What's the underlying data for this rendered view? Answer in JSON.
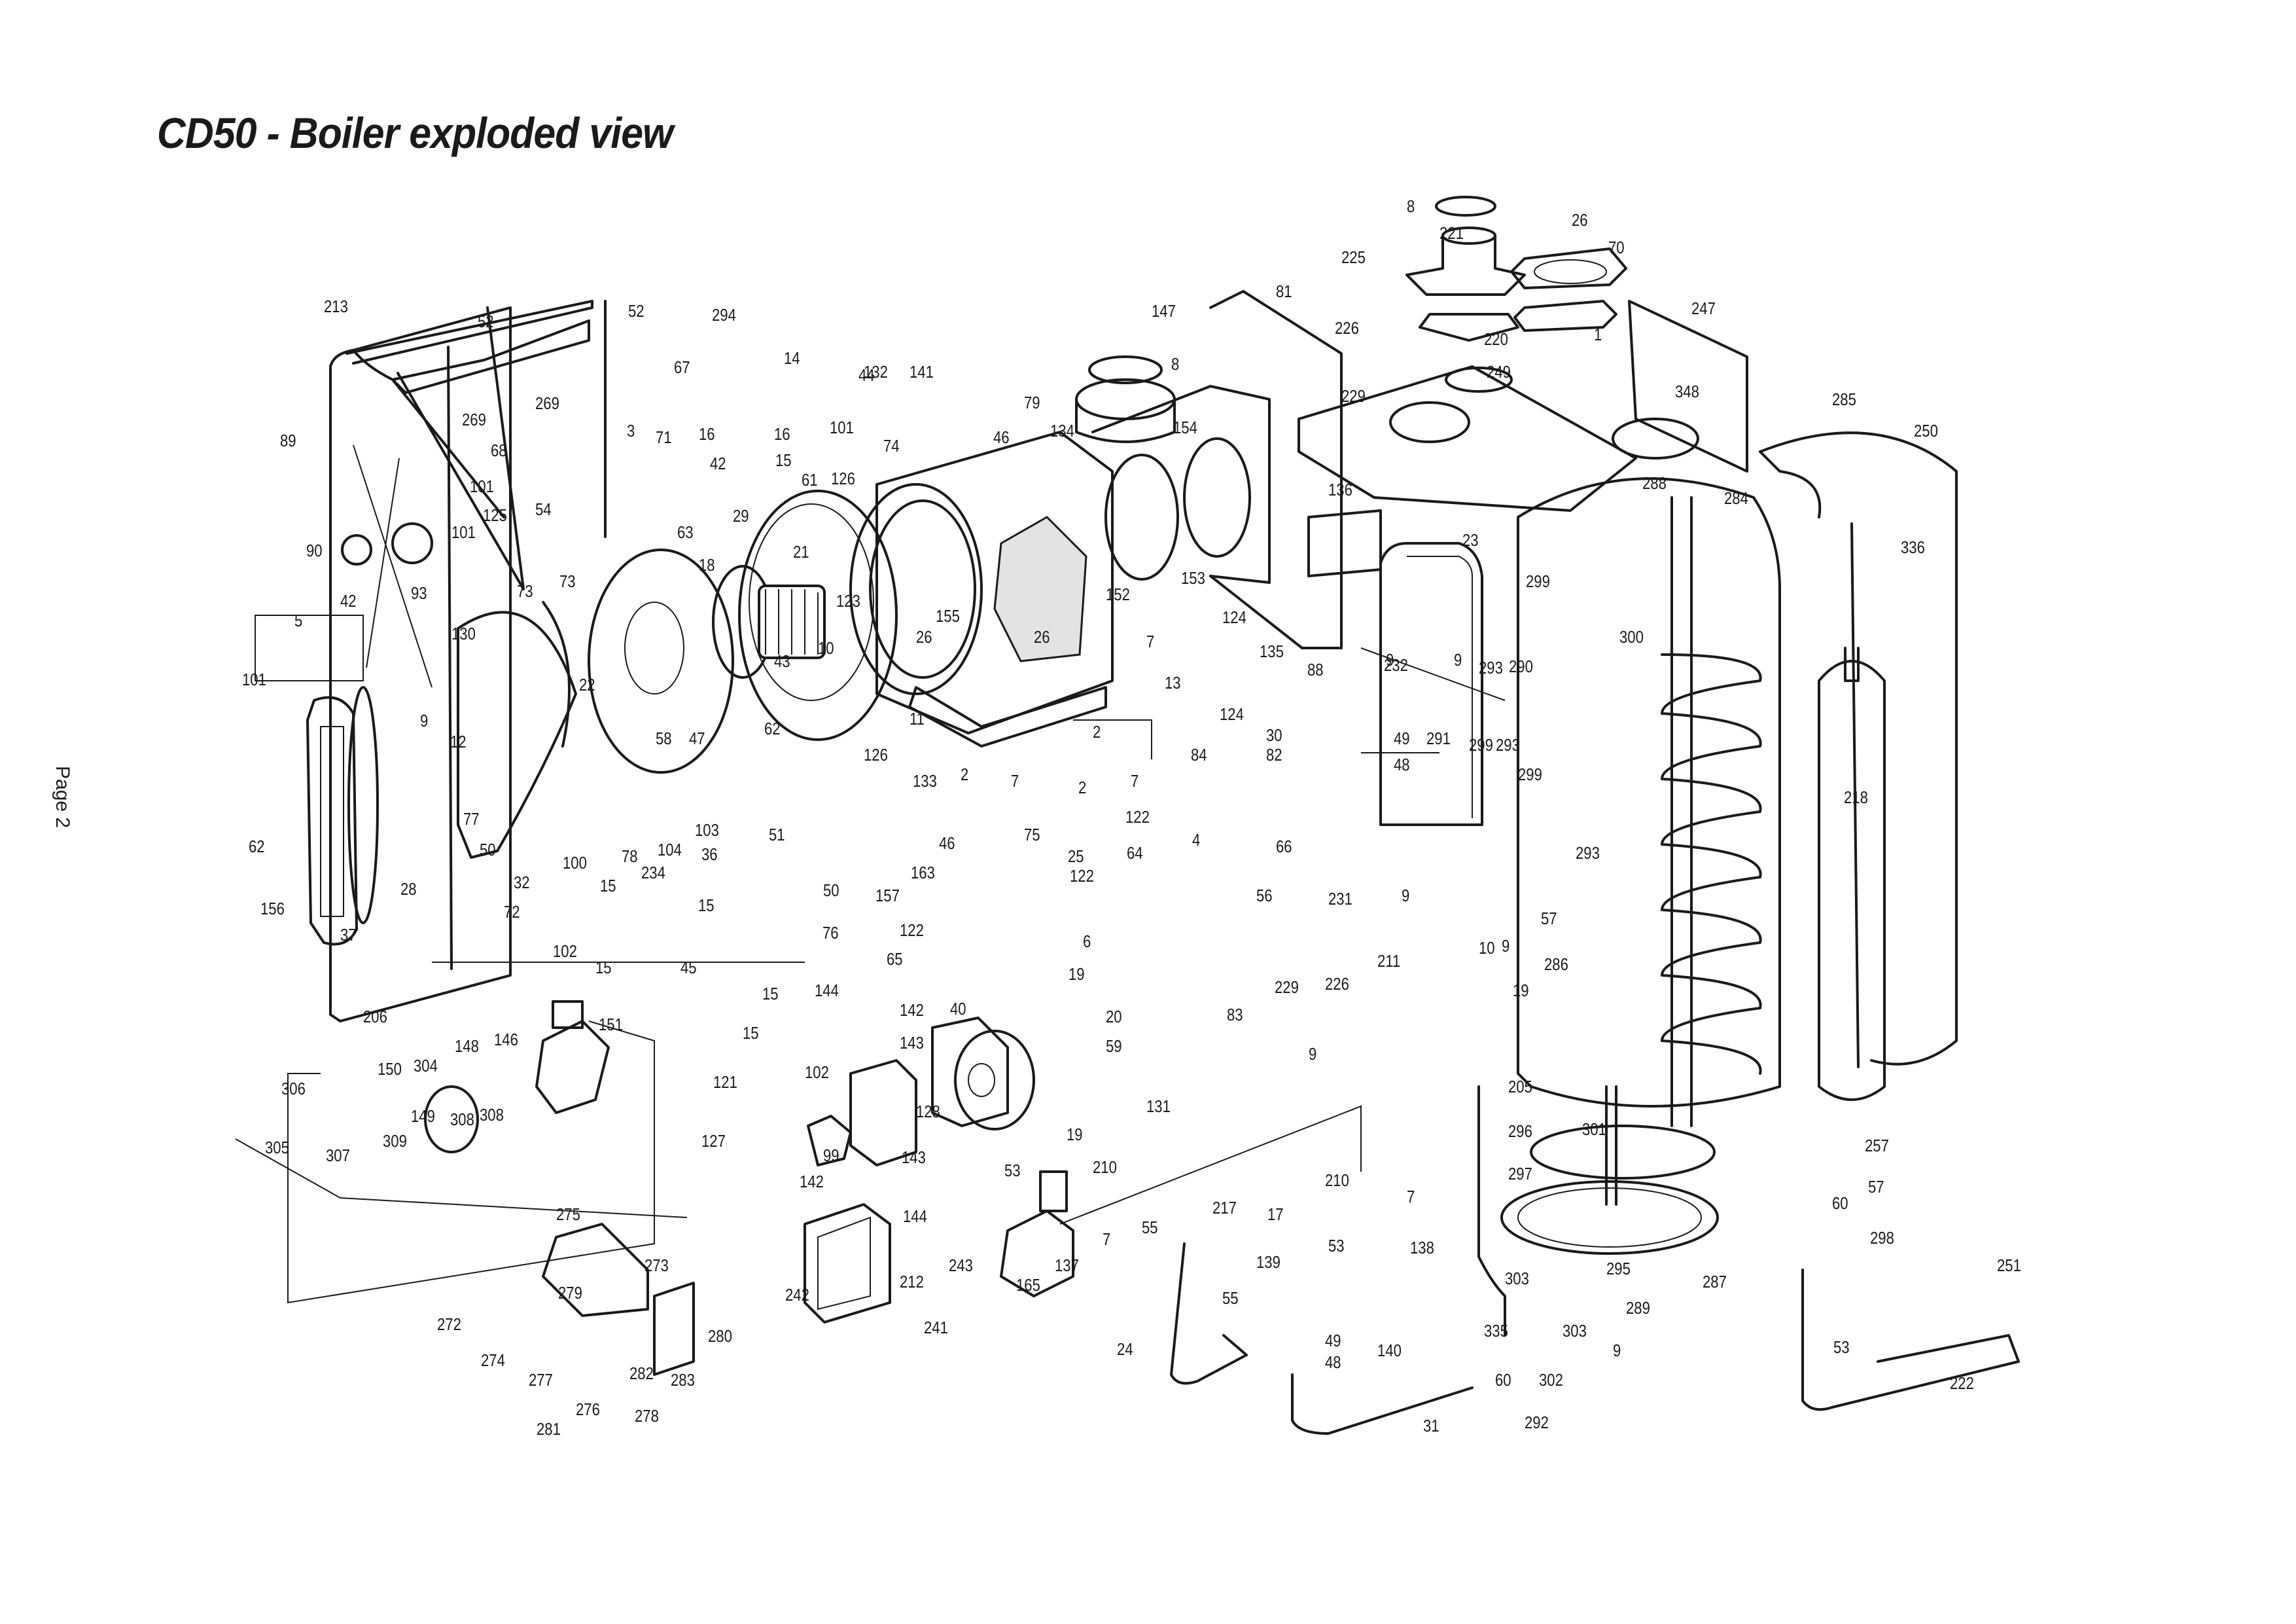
{
  "document": {
    "title": "CD50 - Boiler exploded view",
    "page_label": "Page 2"
  },
  "diagram": {
    "type": "exploded-parts-view",
    "subject": "CD50 boiler",
    "part_numbers": [
      "1",
      "2",
      "3",
      "4",
      "5",
      "6",
      "7",
      "8",
      "9",
      "10",
      "11",
      "12",
      "13",
      "14",
      "15",
      "16",
      "17",
      "18",
      "19",
      "20",
      "21",
      "22",
      "23",
      "24",
      "25",
      "26",
      "28",
      "29",
      "30",
      "31",
      "32",
      "36",
      "37",
      "40",
      "42",
      "43",
      "44",
      "45",
      "46",
      "47",
      "48",
      "49",
      "50",
      "51",
      "52",
      "53",
      "54",
      "55",
      "56",
      "57",
      "58",
      "59",
      "60",
      "61",
      "62",
      "63",
      "64",
      "65",
      "66",
      "67",
      "68",
      "70",
      "71",
      "72",
      "73",
      "74",
      "75",
      "76",
      "77",
      "78",
      "79",
      "81",
      "82",
      "83",
      "84",
      "88",
      "89",
      "90",
      "93",
      "99",
      "100",
      "101",
      "102",
      "103",
      "104",
      "121",
      "122",
      "123",
      "124",
      "125",
      "126",
      "127",
      "128",
      "130",
      "131",
      "132",
      "133",
      "134",
      "135",
      "136",
      "137",
      "138",
      "139",
      "140",
      "141",
      "142",
      "143",
      "144",
      "146",
      "147",
      "148",
      "149",
      "150",
      "151",
      "152",
      "153",
      "154",
      "155",
      "156",
      "157",
      "163",
      "165",
      "205",
      "206",
      "210",
      "211",
      "212",
      "213",
      "217",
      "218",
      "220",
      "221",
      "222",
      "225",
      "226",
      "229",
      "231",
      "232",
      "234",
      "241",
      "242",
      "243",
      "247",
      "249",
      "250",
      "251",
      "257",
      "269",
      "272",
      "273",
      "274",
      "275",
      "276",
      "277",
      "278",
      "279",
      "280",
      "281",
      "282",
      "283",
      "284",
      "285",
      "286",
      "287",
      "288",
      "289",
      "290",
      "291",
      "292",
      "293",
      "294",
      "295",
      "296",
      "297",
      "298",
      "299",
      "300",
      "301",
      "302",
      "303",
      "304",
      "305",
      "306",
      "307",
      "308",
      "309",
      "335",
      "336",
      "348"
    ]
  },
  "callouts": [
    {
      "id": "c213",
      "label": "213"
    },
    {
      "id": "c52a",
      "label": "52"
    },
    {
      "id": "c52b",
      "label": "52"
    },
    {
      "id": "c294",
      "label": "294"
    },
    {
      "id": "c14",
      "label": "14"
    },
    {
      "id": "c67",
      "label": "67"
    },
    {
      "id": "c44",
      "label": "44"
    },
    {
      "id": "c132",
      "label": "132"
    },
    {
      "id": "c141",
      "label": "141"
    },
    {
      "id": "c147",
      "label": "147"
    },
    {
      "id": "c81",
      "label": "81"
    },
    {
      "id": "c8a",
      "label": "8"
    },
    {
      "id": "c79",
      "label": "79"
    },
    {
      "id": "c8b",
      "label": "8"
    },
    {
      "id": "c225",
      "label": "225"
    },
    {
      "id": "c221",
      "label": "221"
    },
    {
      "id": "c26a",
      "label": "26"
    },
    {
      "id": "c70",
      "label": "70"
    },
    {
      "id": "c226a",
      "label": "226"
    },
    {
      "id": "c220",
      "label": "220"
    },
    {
      "id": "c1",
      "label": "1"
    },
    {
      "id": "c247",
      "label": "247"
    },
    {
      "id": "c229a",
      "label": "229"
    },
    {
      "id": "c249",
      "label": "249"
    },
    {
      "id": "c348",
      "label": "348"
    },
    {
      "id": "c285",
      "label": "285"
    },
    {
      "id": "c250",
      "label": "250"
    },
    {
      "id": "c269a",
      "label": "269"
    },
    {
      "id": "c269b",
      "label": "269"
    },
    {
      "id": "c89",
      "label": "89"
    },
    {
      "id": "c3",
      "label": "3"
    },
    {
      "id": "c71",
      "label": "71"
    },
    {
      "id": "c16a",
      "label": "16"
    },
    {
      "id": "c16b",
      "label": "16"
    },
    {
      "id": "c101a",
      "label": "101"
    },
    {
      "id": "c68",
      "label": "68"
    },
    {
      "id": "c15a",
      "label": "15"
    },
    {
      "id": "c42a",
      "label": "42"
    },
    {
      "id": "c101b",
      "label": "101"
    },
    {
      "id": "c63",
      "label": "63"
    },
    {
      "id": "c29",
      "label": "29"
    },
    {
      "id": "c61",
      "label": "61"
    },
    {
      "id": "c74",
      "label": "74"
    },
    {
      "id": "c126a",
      "label": "126"
    },
    {
      "id": "c46a",
      "label": "46"
    },
    {
      "id": "c134",
      "label": "134"
    },
    {
      "id": "c154",
      "label": "154"
    },
    {
      "id": "c288",
      "label": "288"
    },
    {
      "id": "c284",
      "label": "284"
    },
    {
      "id": "c336",
      "label": "336"
    },
    {
      "id": "c101c",
      "label": "101"
    },
    {
      "id": "c125",
      "label": "125"
    },
    {
      "id": "c54",
      "label": "54"
    },
    {
      "id": "c90",
      "label": "90"
    },
    {
      "id": "c73a",
      "label": "73"
    },
    {
      "id": "c73b",
      "label": "73"
    },
    {
      "id": "c18",
      "label": "18"
    },
    {
      "id": "c21",
      "label": "21"
    },
    {
      "id": "c123",
      "label": "123"
    },
    {
      "id": "c153",
      "label": "153"
    },
    {
      "id": "c152",
      "label": "152"
    },
    {
      "id": "c136",
      "label": "136"
    },
    {
      "id": "c23",
      "label": "23"
    },
    {
      "id": "c93",
      "label": "93"
    },
    {
      "id": "c42b",
      "label": "42"
    },
    {
      "id": "c5",
      "label": "5"
    },
    {
      "id": "c130",
      "label": "130"
    },
    {
      "id": "c101d",
      "label": "101"
    },
    {
      "id": "c22",
      "label": "22"
    },
    {
      "id": "c43",
      "label": "43"
    },
    {
      "id": "c10a",
      "label": "10"
    },
    {
      "id": "c26b",
      "label": "26"
    },
    {
      "id": "c155",
      "label": "155"
    },
    {
      "id": "c7a",
      "label": "7"
    },
    {
      "id": "c124a",
      "label": "124"
    },
    {
      "id": "c135",
      "label": "135"
    },
    {
      "id": "c299a",
      "label": "299"
    },
    {
      "id": "c9a",
      "label": "9"
    },
    {
      "id": "c9b",
      "label": "9"
    },
    {
      "id": "c293a",
      "label": "293"
    },
    {
      "id": "c290",
      "label": "290"
    },
    {
      "id": "c300",
      "label": "300"
    },
    {
      "id": "c232",
      "label": "232"
    },
    {
      "id": "c88",
      "label": "88"
    },
    {
      "id": "c13",
      "label": "13"
    },
    {
      "id": "c26c",
      "label": "26"
    },
    {
      "id": "c11",
      "label": "11"
    },
    {
      "id": "c124b",
      "label": "124"
    },
    {
      "id": "c30",
      "label": "30"
    },
    {
      "id": "c82",
      "label": "82"
    },
    {
      "id": "c49a",
      "label": "49"
    },
    {
      "id": "c291",
      "label": "291"
    },
    {
      "id": "c299b",
      "label": "299"
    },
    {
      "id": "c293b",
      "label": "293"
    },
    {
      "id": "c48a",
      "label": "48"
    },
    {
      "id": "c218",
      "label": "218"
    },
    {
      "id": "c9c",
      "label": "9"
    },
    {
      "id": "c12",
      "label": "12"
    },
    {
      "id": "c58",
      "label": "58"
    },
    {
      "id": "c47",
      "label": "47"
    },
    {
      "id": "c62a",
      "label": "62"
    },
    {
      "id": "c2a",
      "label": "2"
    },
    {
      "id": "c84",
      "label": "84"
    },
    {
      "id": "c126b",
      "label": "126"
    },
    {
      "id": "c133",
      "label": "133"
    },
    {
      "id": "c2b",
      "label": "2"
    },
    {
      "id": "c7b",
      "label": "7"
    },
    {
      "id": "c2c",
      "label": "2"
    },
    {
      "id": "c7c",
      "label": "7"
    },
    {
      "id": "c299c",
      "label": "299"
    },
    {
      "id": "c77",
      "label": "77"
    },
    {
      "id": "c62b",
      "label": "62"
    },
    {
      "id": "c103",
      "label": "103"
    },
    {
      "id": "c122a",
      "label": "122"
    },
    {
      "id": "c293c",
      "label": "293"
    },
    {
      "id": "c50a",
      "label": "50"
    },
    {
      "id": "c100",
      "label": "100"
    },
    {
      "id": "c78",
      "label": "78"
    },
    {
      "id": "c104",
      "label": "104"
    },
    {
      "id": "c51",
      "label": "51"
    },
    {
      "id": "c75",
      "label": "75"
    },
    {
      "id": "c36",
      "label": "36"
    },
    {
      "id": "c46b",
      "label": "46"
    },
    {
      "id": "c25",
      "label": "25"
    },
    {
      "id": "c64",
      "label": "64"
    },
    {
      "id": "c4",
      "label": "4"
    },
    {
      "id": "c66",
      "label": "66"
    },
    {
      "id": "c28",
      "label": "28"
    },
    {
      "id": "c32",
      "label": "32"
    },
    {
      "id": "c156",
      "label": "156"
    },
    {
      "id": "c37",
      "label": "37"
    },
    {
      "id": "c234",
      "label": "234"
    },
    {
      "id": "c163",
      "label": "163"
    },
    {
      "id": "c157",
      "label": "157"
    },
    {
      "id": "c50b",
      "label": "50"
    },
    {
      "id": "c122b",
      "label": "122"
    },
    {
      "id": "c56",
      "label": "56"
    },
    {
      "id": "c231",
      "label": "231"
    },
    {
      "id": "c9d",
      "label": "9"
    },
    {
      "id": "c15b",
      "label": "15"
    },
    {
      "id": "c15c",
      "label": "15"
    },
    {
      "id": "c72",
      "label": "72"
    },
    {
      "id": "c76",
      "label": "76"
    },
    {
      "id": "c122c",
      "label": "122"
    },
    {
      "id": "c6",
      "label": "6"
    },
    {
      "id": "c57a",
      "label": "57"
    },
    {
      "id": "c102a",
      "label": "102"
    },
    {
      "id": "c9e",
      "label": "9"
    },
    {
      "id": "c15d",
      "label": "15"
    },
    {
      "id": "c45",
      "label": "45"
    },
    {
      "id": "c65",
      "label": "65"
    },
    {
      "id": "c19a",
      "label": "19"
    },
    {
      "id": "c229b",
      "label": "229"
    },
    {
      "id": "c226b",
      "label": "226"
    },
    {
      "id": "c211",
      "label": "211"
    },
    {
      "id": "c10b",
      "label": "10"
    },
    {
      "id": "c19b",
      "label": "19"
    },
    {
      "id": "c286",
      "label": "286"
    },
    {
      "id": "c15e",
      "label": "15"
    },
    {
      "id": "c144a",
      "label": "144"
    },
    {
      "id": "c142a",
      "label": "142"
    },
    {
      "id": "c40",
      "label": "40"
    },
    {
      "id": "c20",
      "label": "20"
    },
    {
      "id": "c59",
      "label": "59"
    },
    {
      "id": "c206",
      "label": "206"
    },
    {
      "id": "c146",
      "label": "146"
    },
    {
      "id": "c151",
      "label": "151"
    },
    {
      "id": "c148",
      "label": "148"
    },
    {
      "id": "c15f",
      "label": "15"
    },
    {
      "id": "c143a",
      "label": "143"
    },
    {
      "id": "c83",
      "label": "83"
    },
    {
      "id": "c9f",
      "label": "9"
    },
    {
      "id": "c150",
      "label": "150"
    },
    {
      "id": "c304",
      "label": "304"
    },
    {
      "id": "c306",
      "label": "306"
    },
    {
      "id": "c121",
      "label": "121"
    },
    {
      "id": "c102b",
      "label": "102"
    },
    {
      "id": "c128",
      "label": "128"
    },
    {
      "id": "c131",
      "label": "131"
    },
    {
      "id": "c205",
      "label": "205"
    },
    {
      "id": "c149",
      "label": "149"
    },
    {
      "id": "c308a",
      "label": "308"
    },
    {
      "id": "c308b",
      "label": "308"
    },
    {
      "id": "c305",
      "label": "305"
    },
    {
      "id": "c307",
      "label": "307"
    },
    {
      "id": "c309",
      "label": "309"
    },
    {
      "id": "c127",
      "label": "127"
    },
    {
      "id": "c99",
      "label": "99"
    },
    {
      "id": "c19c",
      "label": "19"
    },
    {
      "id": "c296",
      "label": "296"
    },
    {
      "id": "c301",
      "label": "301"
    },
    {
      "id": "c257",
      "label": "257"
    },
    {
      "id": "c143b",
      "label": "143"
    },
    {
      "id": "c210a",
      "label": "210"
    },
    {
      "id": "c53a",
      "label": "53"
    },
    {
      "id": "c297",
      "label": "297"
    },
    {
      "id": "c57b",
      "label": "57"
    },
    {
      "id": "c142b",
      "label": "142"
    },
    {
      "id": "c210b",
      "label": "210"
    },
    {
      "id": "c7d",
      "label": "7"
    },
    {
      "id": "c60a",
      "label": "60"
    },
    {
      "id": "c275",
      "label": "275"
    },
    {
      "id": "c144b",
      "label": "144"
    },
    {
      "id": "c55a",
      "label": "55"
    },
    {
      "id": "c217",
      "label": "217"
    },
    {
      "id": "c7e",
      "label": "7"
    },
    {
      "id": "c17",
      "label": "17"
    },
    {
      "id": "c137",
      "label": "137"
    },
    {
      "id": "c53b",
      "label": "53"
    },
    {
      "id": "c138",
      "label": "138"
    },
    {
      "id": "c298",
      "label": "298"
    },
    {
      "id": "c273",
      "label": "273"
    },
    {
      "id": "c243",
      "label": "243"
    },
    {
      "id": "c303a",
      "label": "303"
    },
    {
      "id": "c295",
      "label": "295"
    },
    {
      "id": "c287",
      "label": "287"
    },
    {
      "id": "c251",
      "label": "251"
    },
    {
      "id": "c279",
      "label": "279"
    },
    {
      "id": "c212",
      "label": "212"
    },
    {
      "id": "c165",
      "label": "165"
    },
    {
      "id": "c139",
      "label": "139"
    },
    {
      "id": "c242",
      "label": "242"
    },
    {
      "id": "c55b",
      "label": "55"
    },
    {
      "id": "c289",
      "label": "289"
    },
    {
      "id": "c272",
      "label": "272"
    },
    {
      "id": "c280",
      "label": "280"
    },
    {
      "id": "c241",
      "label": "241"
    },
    {
      "id": "c335",
      "label": "335"
    },
    {
      "id": "c303b",
      "label": "303"
    },
    {
      "id": "c274",
      "label": "274"
    },
    {
      "id": "c49b",
      "label": "49"
    },
    {
      "id": "c9g",
      "label": "9"
    },
    {
      "id": "c53c",
      "label": "53"
    },
    {
      "id": "c24",
      "label": "24"
    },
    {
      "id": "c140",
      "label": "140"
    },
    {
      "id": "c282",
      "label": "282"
    },
    {
      "id": "c277",
      "label": "277"
    },
    {
      "id": "c283",
      "label": "283"
    },
    {
      "id": "c48b",
      "label": "48"
    },
    {
      "id": "c60b",
      "label": "60"
    },
    {
      "id": "c302",
      "label": "302"
    },
    {
      "id": "c222",
      "label": "222"
    },
    {
      "id": "c276",
      "label": "276"
    },
    {
      "id": "c278",
      "label": "278"
    },
    {
      "id": "c31",
      "label": "31"
    },
    {
      "id": "c292",
      "label": "292"
    },
    {
      "id": "c281",
      "label": "281"
    }
  ]
}
